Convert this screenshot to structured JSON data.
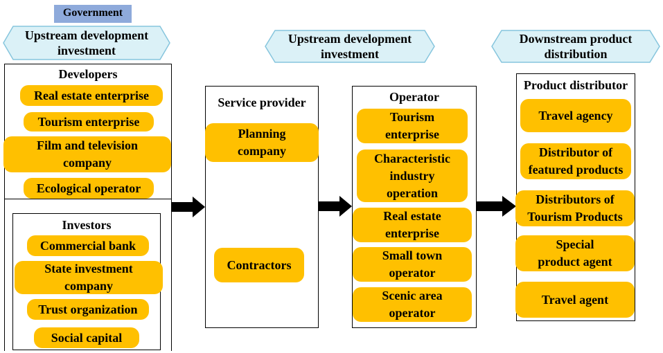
{
  "government": {
    "label": "Government"
  },
  "headers": [
    {
      "label": "Upstream development investment"
    },
    {
      "label": "Upstream development investment"
    },
    {
      "label": "Downstream product distribution"
    }
  ],
  "developers": {
    "title": "Developers",
    "items": [
      "Real estate enterprise",
      "Tourism enterprise",
      "Film and television company",
      "Ecological operator"
    ]
  },
  "investors": {
    "title": "Investors",
    "items": [
      "Commercial bank",
      "State investment company",
      "Trust organization",
      "Social capital"
    ]
  },
  "service_provider": {
    "title": "Service provider",
    "items": [
      "Planning company",
      "Contractors"
    ]
  },
  "operator": {
    "title": "Operator",
    "items": [
      "Tourism enterprise",
      "Characteristic industry operation",
      "Real estate enterprise",
      "Small town operator",
      "Scenic area operator"
    ]
  },
  "product_distributor": {
    "title": "Product distributor",
    "items": [
      "Travel agency",
      "Distributor of featured products",
      "Distributors of Tourism Products",
      "Special product agent",
      "Travel agent"
    ]
  },
  "colors": {
    "pill": "#ffc000",
    "hex_fill": "#dbf1f7",
    "hex_stroke": "#86c5dd",
    "government": "#8eaadb"
  }
}
